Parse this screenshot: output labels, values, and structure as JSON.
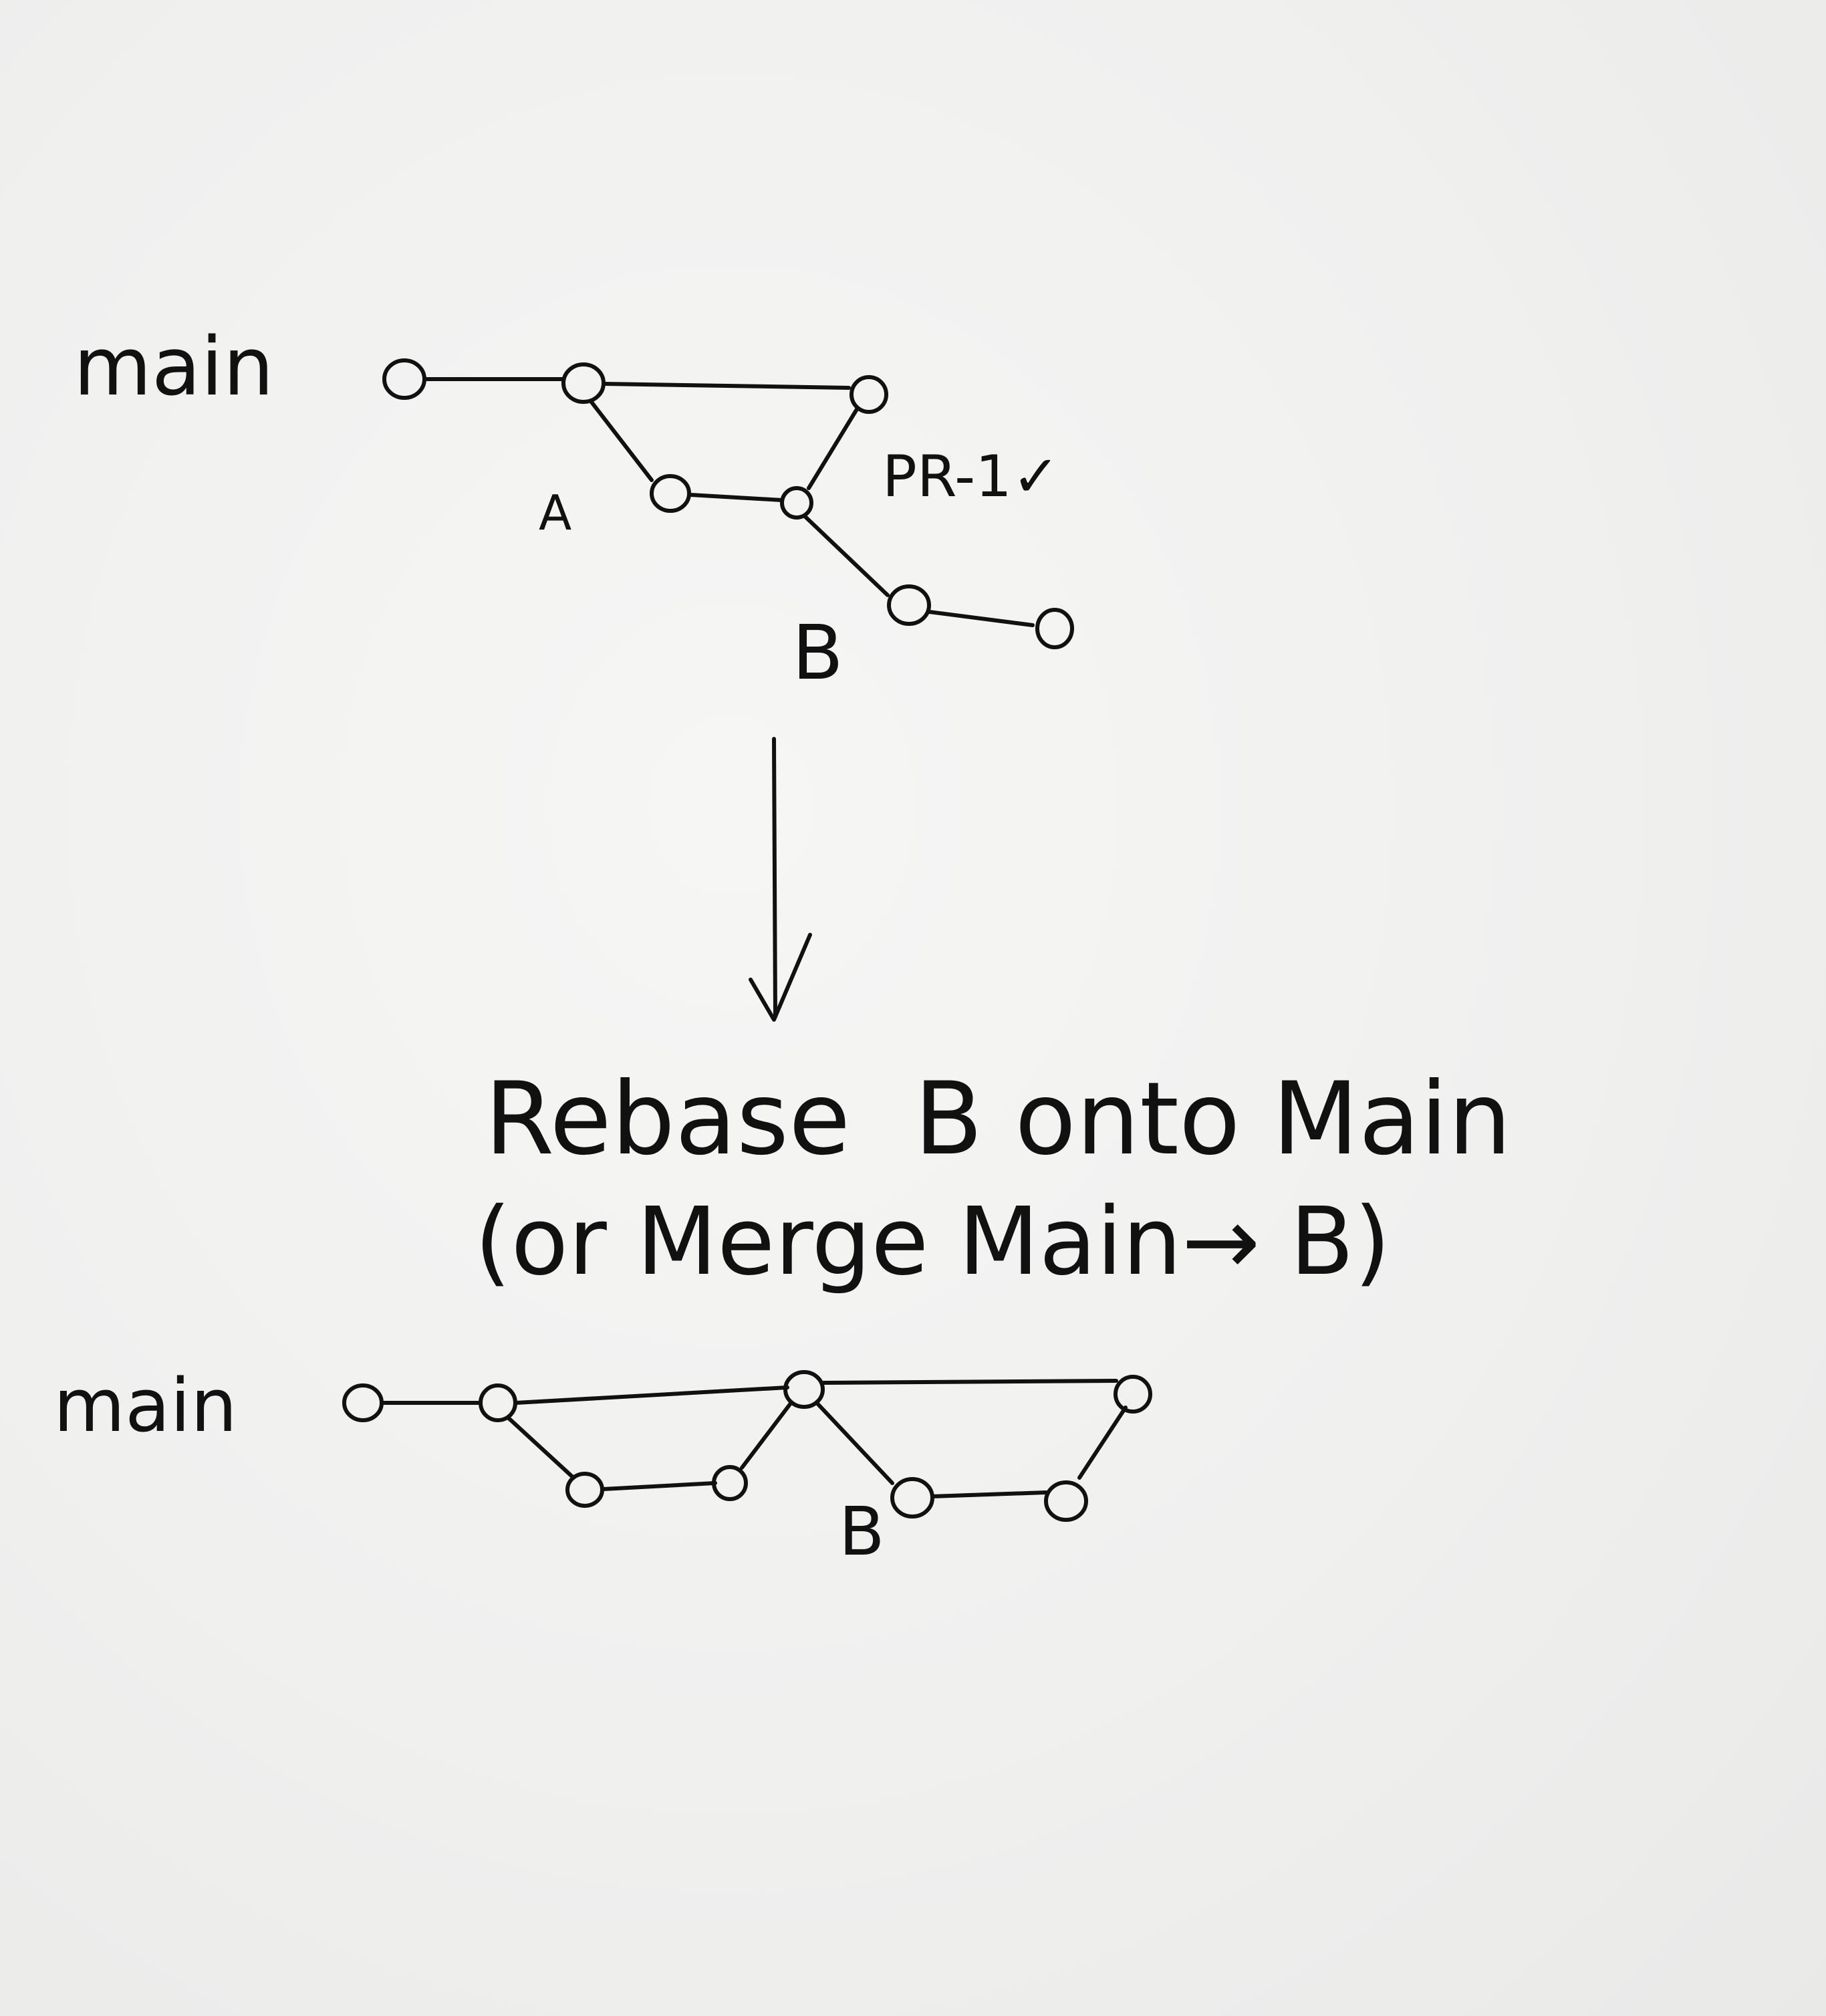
{
  "top_diagram": {
    "branch_label": "main",
    "label_a": "A",
    "label_b": "B",
    "pr_label": "PR-1✓"
  },
  "transition": {
    "line1": "Rebase  B onto Main",
    "line2": "(or Merge Main→ B)"
  },
  "bottom_diagram": {
    "branch_label": "main",
    "label_b": "B"
  },
  "colors": {
    "paper": "#f1f1f0",
    "ink": "#111111"
  }
}
